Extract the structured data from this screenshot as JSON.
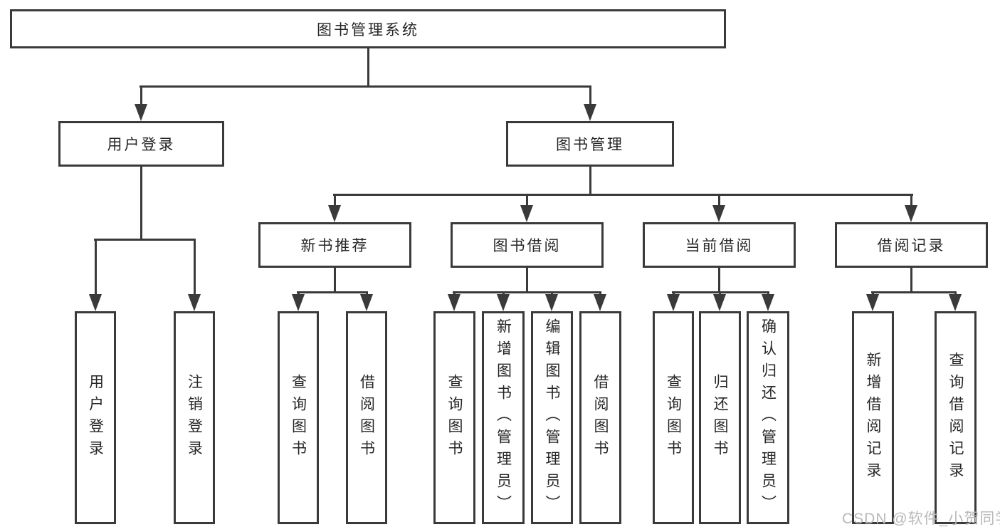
{
  "diagram": {
    "title": "图书管理系统",
    "nodes": {
      "root": "图书管理系统",
      "level2": {
        "login": "用户登录",
        "management": "图书管理"
      },
      "sections": [
        "新书推荐",
        "图书借阅",
        "当前借阅",
        "借阅记录"
      ],
      "login_children": [
        "用户登录",
        "注销登录"
      ],
      "newbook_children": [
        "查询图书",
        "借阅图书"
      ],
      "borrow_children": [
        "查询图书",
        "新增图书（管理员）",
        "编辑图书（管理员）",
        "借阅图书"
      ],
      "current_children": [
        "查询图书",
        "归还图书",
        "确认归还（管理员）"
      ],
      "record_children": [
        "新增借阅记录",
        "查询借阅记录"
      ]
    },
    "colors": {
      "line": "#3a3a3a",
      "text": "#262626",
      "background": "#ffffff",
      "watermark": "#b9b9b9"
    },
    "watermark": "CSDN @软件_小贺同学"
  }
}
